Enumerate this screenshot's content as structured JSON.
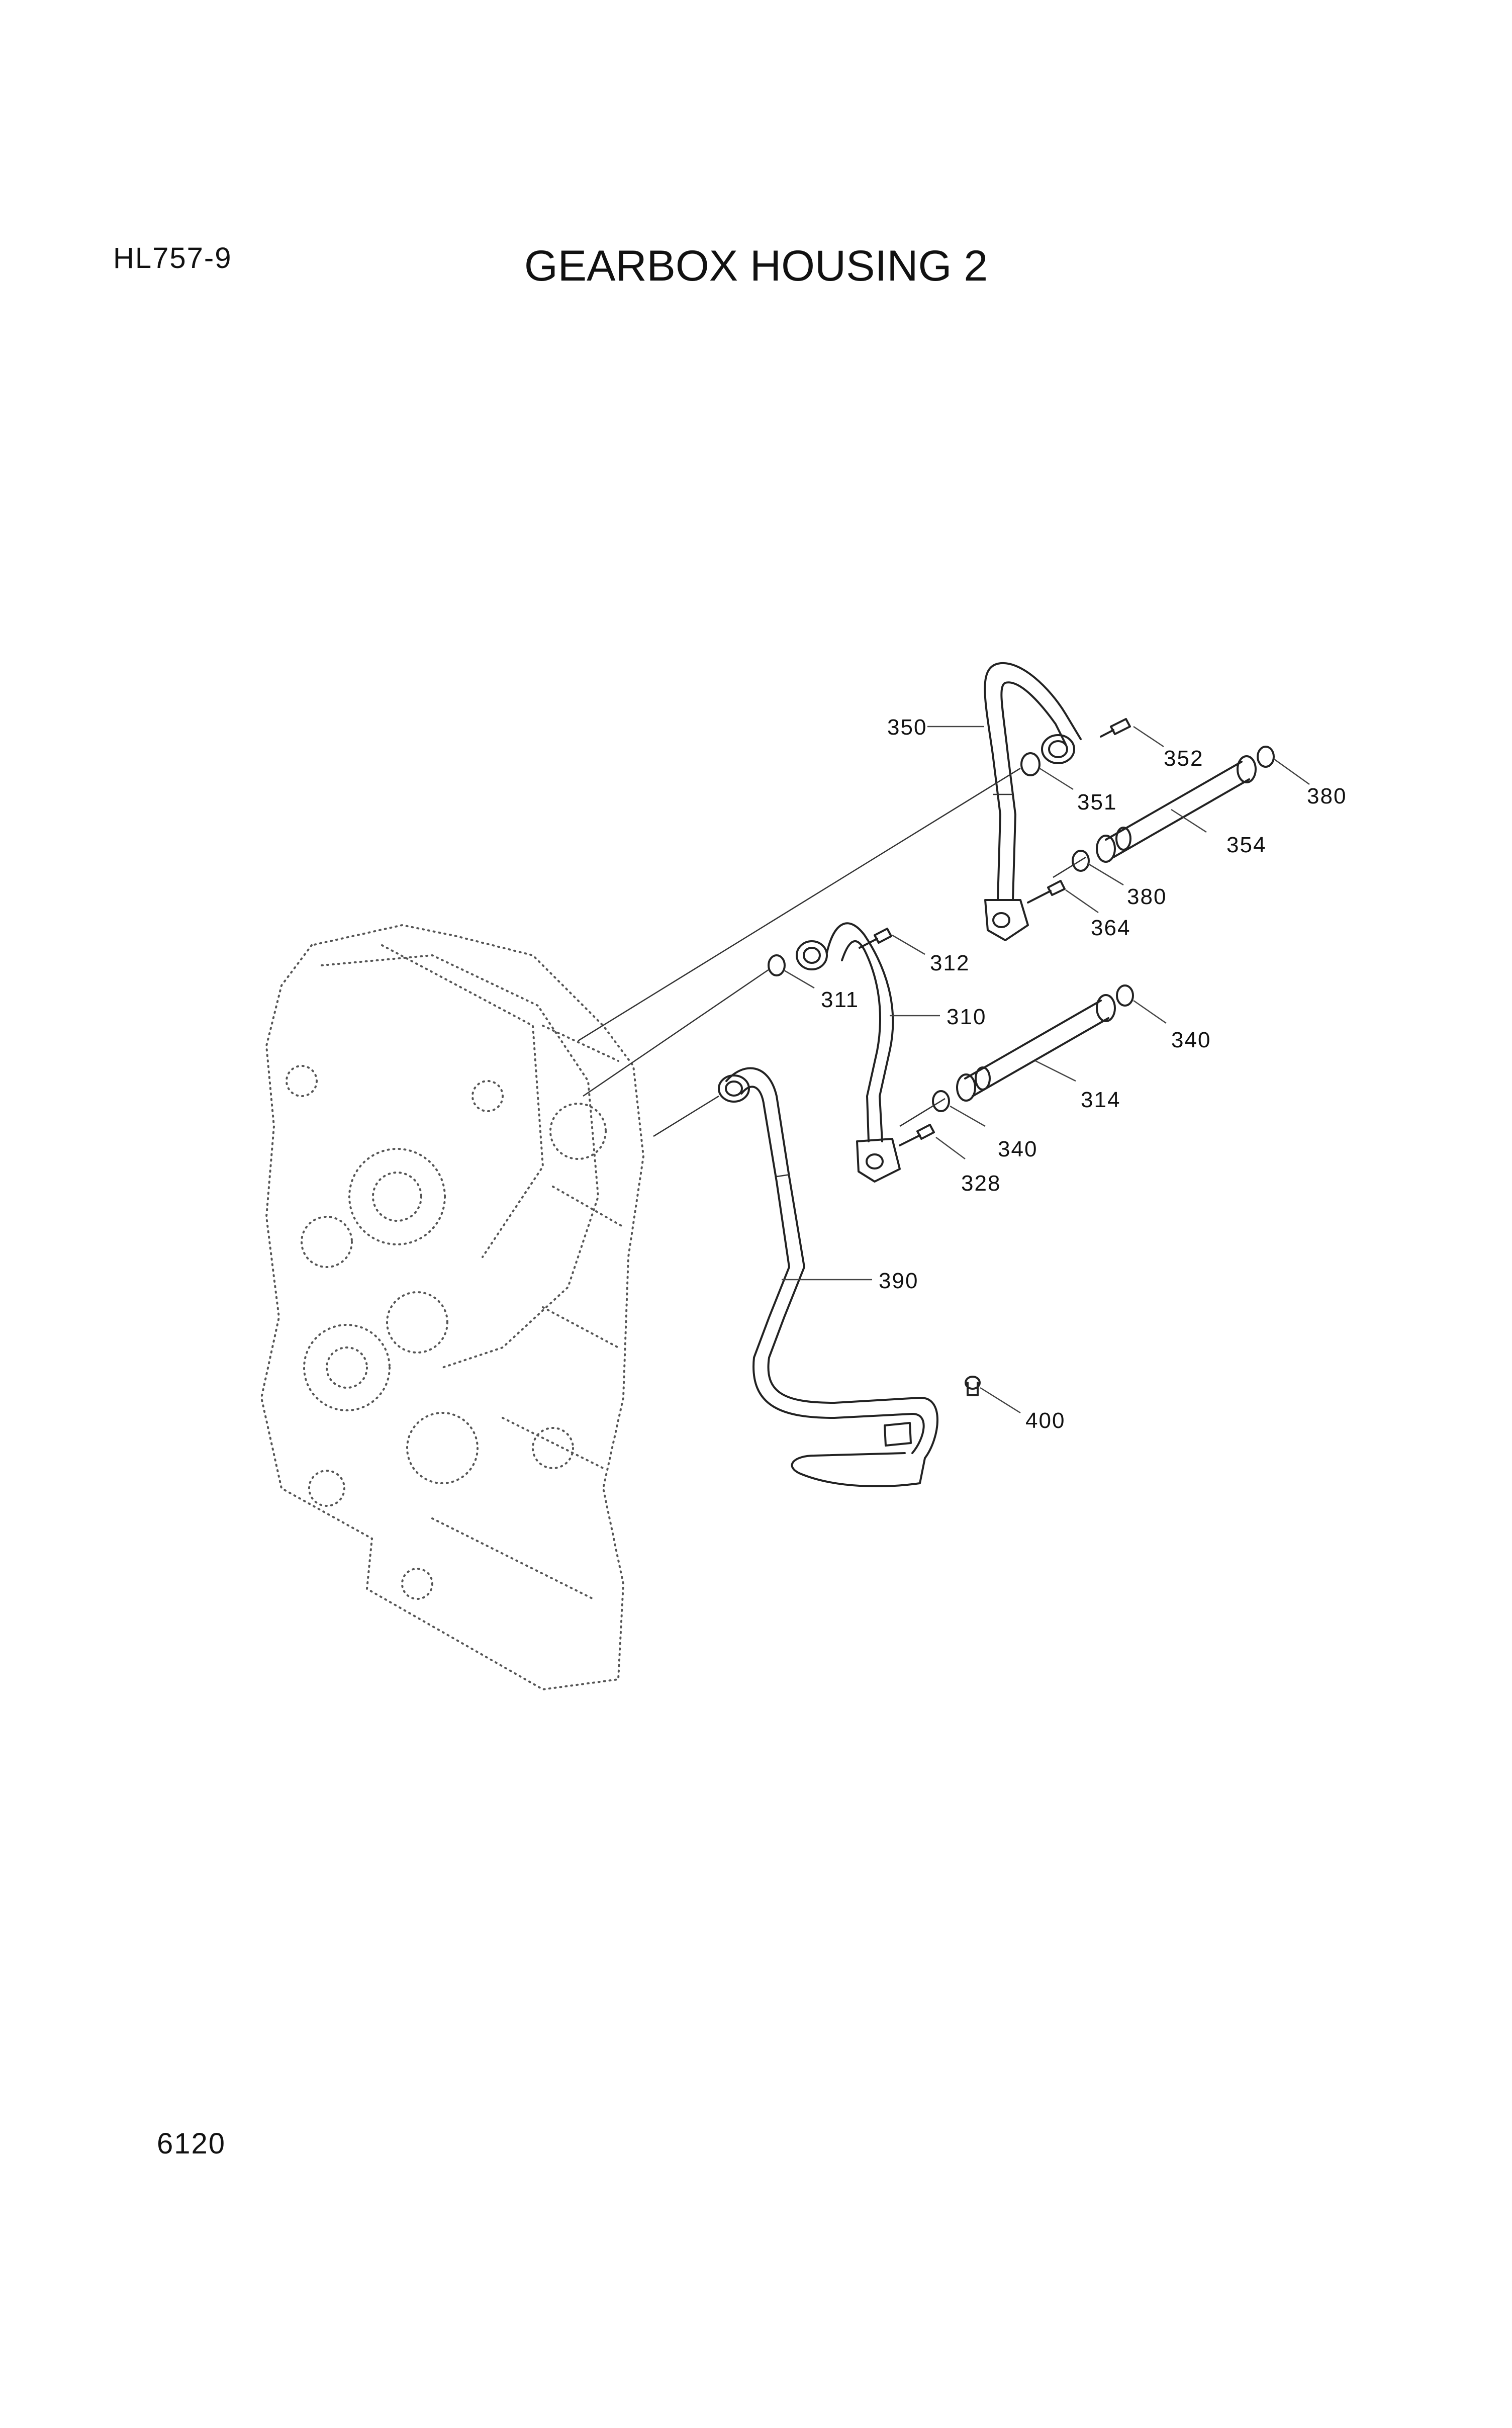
{
  "header": {
    "model": "HL757-9",
    "title": "GEARBOX HOUSING 2"
  },
  "footer": {
    "page_number": "6120"
  },
  "callouts": {
    "c350": "350",
    "c352": "352",
    "c351": "351",
    "c380a": "380",
    "c354": "354",
    "c380b": "380",
    "c364": "364",
    "c312": "312",
    "c311": "311",
    "c310": "310",
    "c340a": "340",
    "c314": "314",
    "c340b": "340",
    "c328": "328",
    "c390": "390",
    "c400": "400"
  }
}
